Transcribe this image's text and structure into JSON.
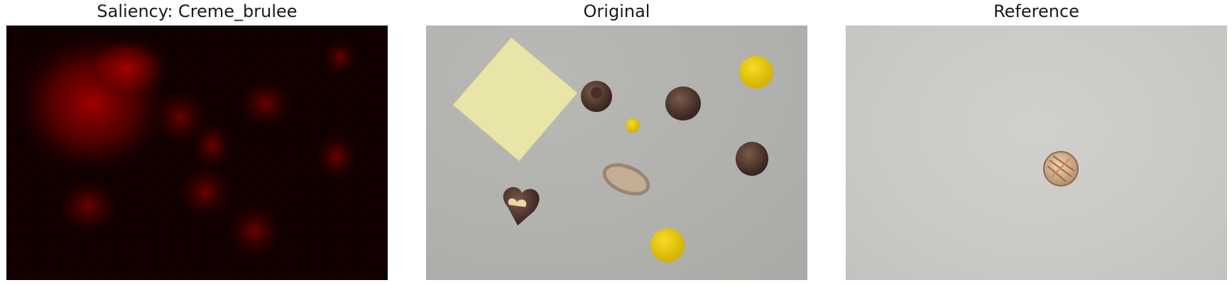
{
  "panels": [
    {
      "title": "Saliency: Creme_brulee",
      "icon": "saliency-heatmap"
    },
    {
      "title": "Original",
      "icon": "photo-chocolates"
    },
    {
      "title": "Reference",
      "icon": "photo-creme-brulee"
    }
  ],
  "colors": {
    "heat_low": "#120000",
    "heat_high": "#d40000",
    "tabletop": "#b2b2af",
    "reference_bg": "#cbc9c5"
  }
}
